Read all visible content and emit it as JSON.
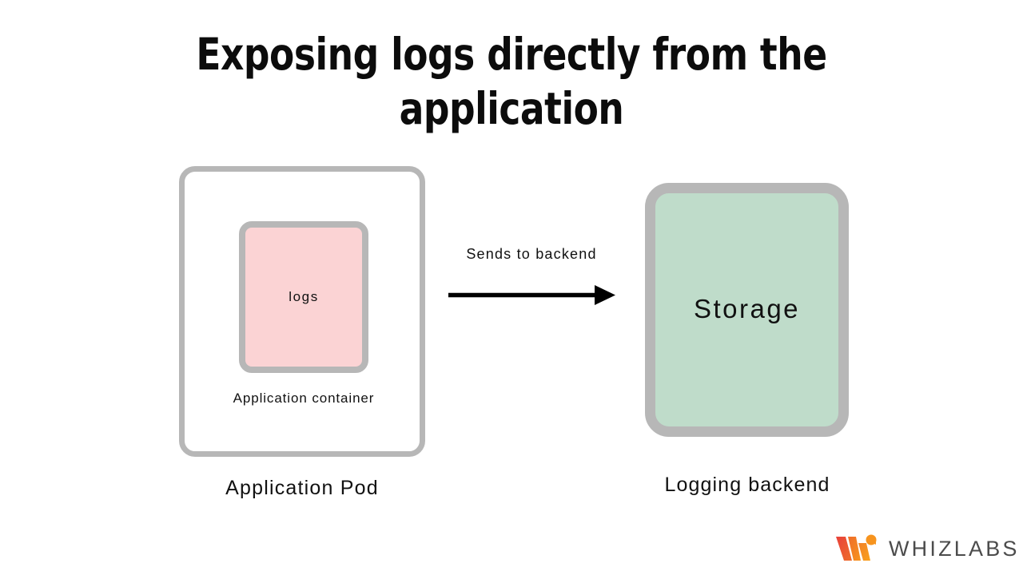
{
  "slide": {
    "title": "Exposing logs directly from the application",
    "background_color": "#ffffff"
  },
  "diagram": {
    "pod": {
      "caption": "Application Pod",
      "border_color": "#b7b7b7",
      "fill_color": "#ffffff",
      "inner_box": {
        "label": "logs",
        "fill_color": "#fbd3d4",
        "border_color": "#b7b7b7"
      },
      "inner_caption": "Application container"
    },
    "arrow": {
      "label": "Sends to backend",
      "color": "#000000",
      "direction": "right"
    },
    "backend": {
      "caption": "Logging backend",
      "box_label": "Storage",
      "fill_color": "#bfdcca",
      "border_color": "#b7b7b7"
    }
  },
  "logo": {
    "text": "WHIZLABS",
    "mark_name": "whizlabs-w-mark",
    "mark_color_start": "#e8453c",
    "mark_color_end": "#f5901f",
    "text_color": "#4c4c4c"
  }
}
